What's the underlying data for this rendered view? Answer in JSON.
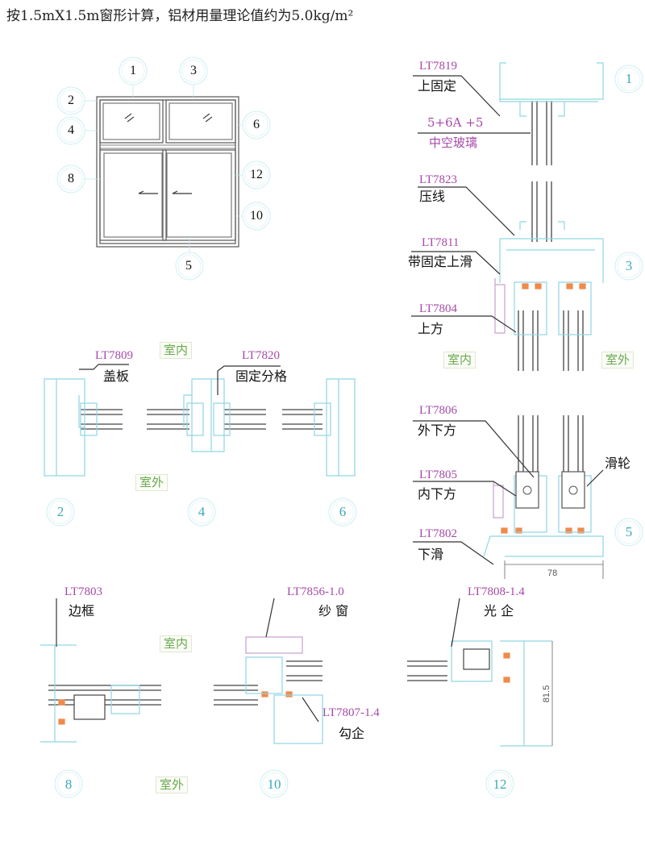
{
  "title": "按1.5mX1.5m窗形计算，铝材用量理论值约为5.0kg/m²",
  "elevation_markers": [
    "1",
    "3",
    "2",
    "4",
    "6",
    "8",
    "12",
    "10",
    "5"
  ],
  "section_markers": [
    "1",
    "3",
    "5",
    "2",
    "4",
    "6",
    "8",
    "10",
    "12"
  ],
  "parts": {
    "lt7819": {
      "code": "LT7819",
      "name": "上固定"
    },
    "glass": {
      "code": "5+6A +5",
      "name": "中空玻璃"
    },
    "lt7823": {
      "code": "LT7823",
      "name": "压线"
    },
    "lt7811": {
      "code": "LT7811",
      "name": "带固定上滑"
    },
    "lt7804": {
      "code": "LT7804",
      "name": "上方"
    },
    "lt7809": {
      "code": "LT7809",
      "name": "盖板"
    },
    "lt7820": {
      "code": "LT7820",
      "name": "固定分格"
    },
    "lt7806": {
      "code": "LT7806",
      "name": "外下方"
    },
    "lt7805": {
      "code": "LT7805",
      "name": "内下方"
    },
    "lt7802": {
      "code": "LT7802",
      "name": "下滑"
    },
    "roller": {
      "name": "滑轮"
    },
    "lt7803": {
      "code": "LT7803",
      "name": "边框"
    },
    "lt7856": {
      "code": "LT7856-1.0",
      "name": "纱 窗"
    },
    "lt7807": {
      "code": "LT7807-1.4",
      "name": "勾企"
    },
    "lt7808": {
      "code": "LT7808-1.4",
      "name": "光 企"
    }
  },
  "sides": {
    "indoor": "室内",
    "outdoor": "室外"
  },
  "dimensions": {
    "width": "78",
    "height": "81.5"
  },
  "colors": {
    "profile": "#8fd6e3",
    "label": "#a64aa6",
    "marker": "#3aaab8",
    "gasket": "#f08a4b",
    "side": "#6aa84f"
  }
}
